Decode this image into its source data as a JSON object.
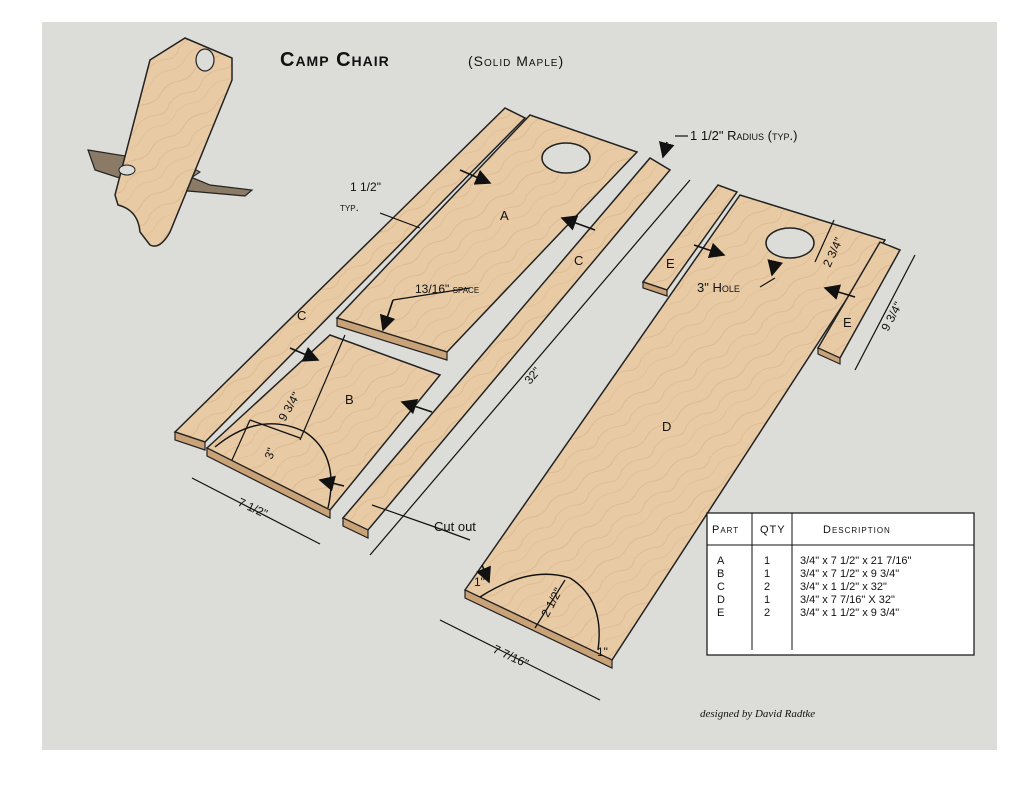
{
  "title": {
    "main": "Camp Chair",
    "sub": "(Solid Maple)"
  },
  "annotations": {
    "radius": "1 1/2\" Radius (typ.)",
    "typ_value": "1 1/2\"",
    "typ_word": "typ.",
    "space": "13/16\" space",
    "hole": "3\" Hole",
    "cutout": "Cut out"
  },
  "parts": {
    "A": "A",
    "B": "B",
    "C1": "C",
    "C2": "C",
    "D": "D",
    "E1": "E",
    "E2": "E"
  },
  "dimensions": {
    "b_height": "9 3/4\"",
    "b_cut": "3\"",
    "b_width": "7 1/2\"",
    "c_length": "32\"",
    "d_hole": "2 3/4\"",
    "e_length": "9 3/4\"",
    "d_cut_depth": "2 1/2\"",
    "d_inset_left": "1\"",
    "d_inset_right": "1\"",
    "d_width": "7 7/16\""
  },
  "table": {
    "headers": {
      "part": "Part",
      "qty": "QTY",
      "desc": "Description"
    },
    "rows": [
      {
        "part": "A",
        "qty": "1",
        "desc": "3/4\" x 7 1/2\" x 21 7/16\""
      },
      {
        "part": "B",
        "qty": "1",
        "desc": "3/4\" x 7 1/2\" x 9 3/4\""
      },
      {
        "part": "C",
        "qty": "2",
        "desc": "3/4\" x 1 1/2\" x 32\""
      },
      {
        "part": "D",
        "qty": "1",
        "desc": "3/4\" x 7 7/16\" X 32\""
      },
      {
        "part": "E",
        "qty": "2",
        "desc": "3/4\" x 1 1/2\" x 9 3/4\""
      }
    ]
  },
  "signature": "designed by David Radtke",
  "colors": {
    "background": "#dcdcd8",
    "wood": "#e6c8a2",
    "wood_edge": "#c9a278",
    "wood_dark": "#a88258"
  }
}
